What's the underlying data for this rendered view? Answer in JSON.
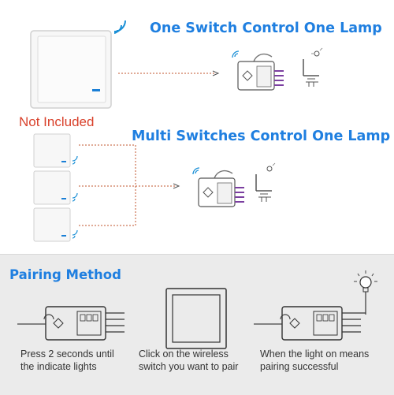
{
  "top": {
    "one_title": "One Switch Control One Lamp",
    "multi_title": "Multi Switches Control One Lamp",
    "not_included": "Not Included"
  },
  "pairing": {
    "title": "Pairing Method",
    "steps": [
      {
        "line1": "Press 2 seconds until",
        "line2": "the indicate lights"
      },
      {
        "line1": "Click on the wireless",
        "line2": "switch you want to pair"
      },
      {
        "line1": "When the light on means",
        "line2": "pairing successful"
      }
    ]
  },
  "colors": {
    "title_blue": "#1f7fe0",
    "not_included_red": "#d9412b",
    "wire_purple": "#7b3fa0",
    "wifi_blue": "#1a8fd6",
    "led_blue": "#1a7fd6"
  },
  "icons": [
    "wifi-icon",
    "light-switch-icon",
    "receiver-icon",
    "lamp-icon",
    "arrow-icon"
  ]
}
